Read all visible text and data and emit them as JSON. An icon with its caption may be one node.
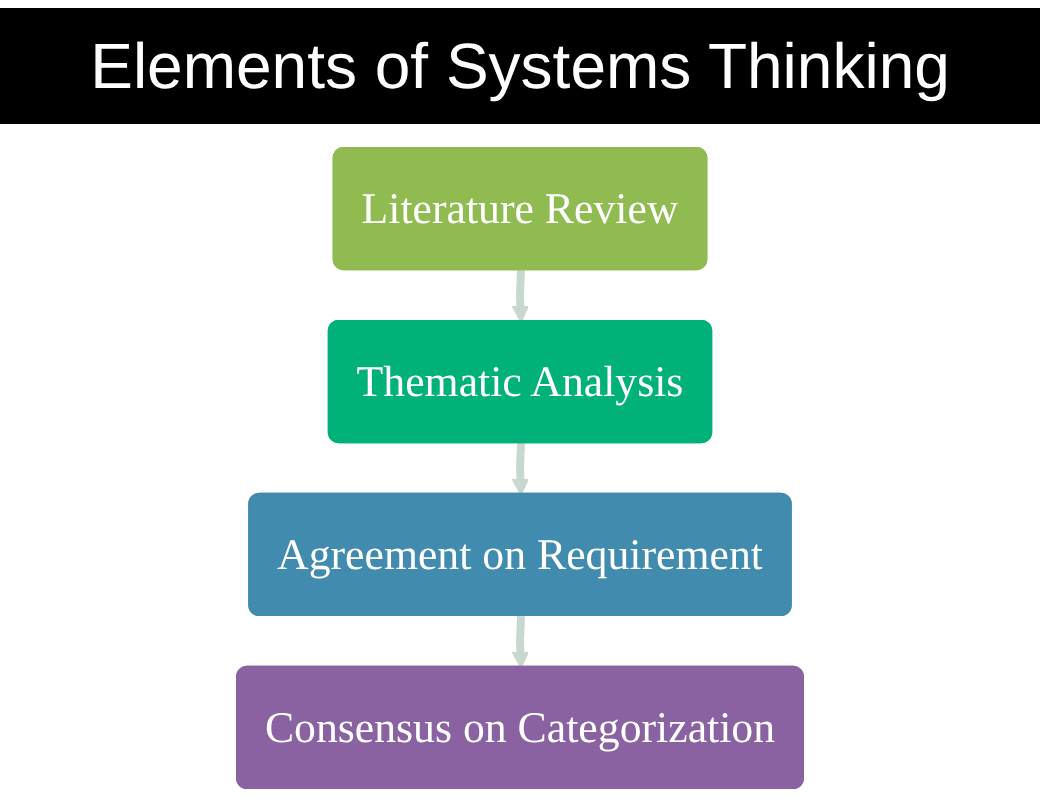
{
  "diagram": {
    "title": "Elements of Systems Thinking",
    "nodes": [
      {
        "text": [
          "Literature Review"
        ]
      },
      {
        "text": [
          "Thematic Analysis"
        ]
      },
      {
        "text": [
          "Agreement on Requirement"
        ]
      },
      {
        "text": [
          "Consensus on Categorization"
        ]
      }
    ],
    "edges": [
      {
        "from": 0,
        "to": 1,
        "arrow": "to"
      },
      {
        "from": 1,
        "to": 2,
        "arrow": "to"
      },
      {
        "from": 2,
        "to": 3,
        "arrow": "to"
      }
    ]
  }
}
